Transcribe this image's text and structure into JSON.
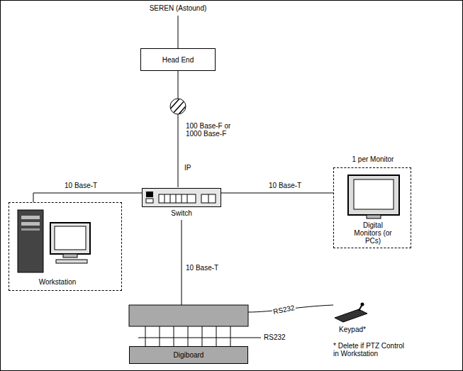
{
  "diagram": {
    "nodes": [
      {
        "text": [
          "Head End"
        ]
      },
      {
        "text": [
          "Switch"
        ]
      },
      {
        "text": [
          "Workstation"
        ]
      },
      {
        "text": [
          "1 per Monitor",
          "Digital Monitors (or PCs)"
        ]
      },
      {
        "text": [
          "Keypad*"
        ]
      },
      {
        "text": [
          "Digiboard"
        ]
      }
    ],
    "edges": [
      {
        "from": 0,
        "to": 1,
        "arrow": "none"
      },
      {
        "from": 1,
        "to": 2,
        "label": "10 Base-T",
        "arrow": "none"
      },
      {
        "from": 1,
        "to": 3,
        "label": "10 Base-T",
        "arrow": "none"
      }
    ],
    "labels": [
      "SEREN (Astound)",
      "100 Base-F or 1000 Base-F",
      "IP",
      "10 Base-T",
      "RS232",
      "RS232",
      "* Delete if PTZ Control in Workstation"
    ]
  }
}
